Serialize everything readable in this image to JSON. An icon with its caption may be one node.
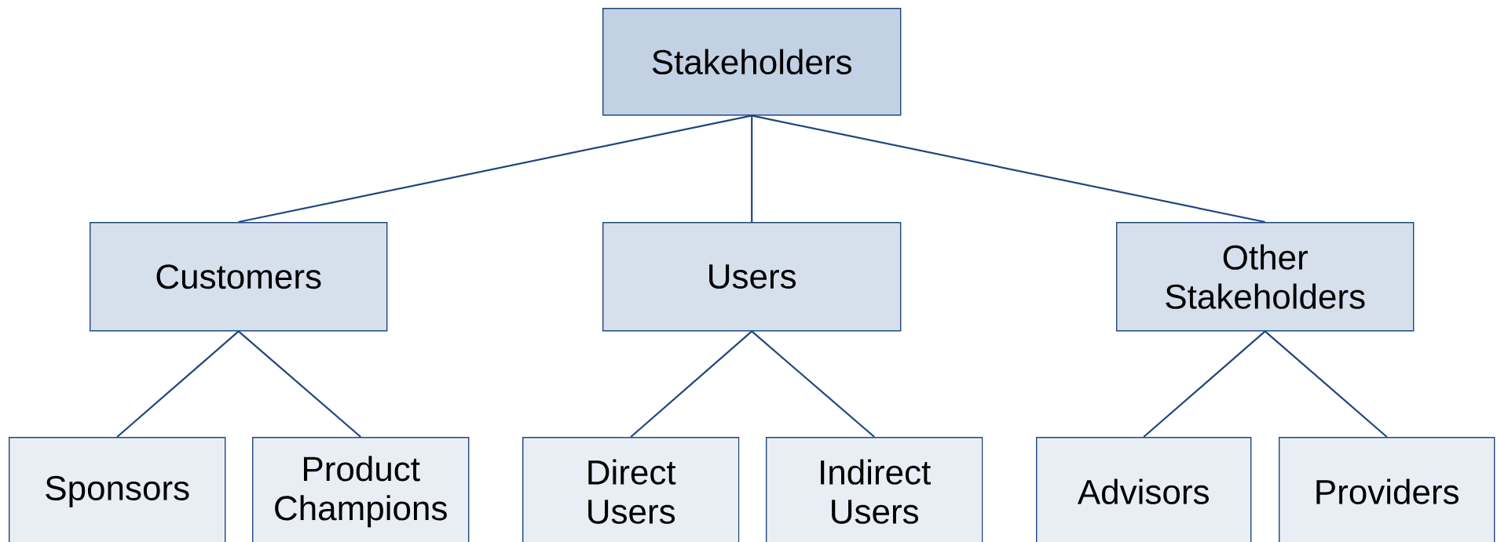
{
  "diagram": {
    "nodes": [
      {
        "text": [
          "Stakeholders"
        ]
      },
      {
        "text": [
          "Customers"
        ]
      },
      {
        "text": [
          "Users"
        ]
      },
      {
        "text": [
          "Other Stakeholders"
        ]
      },
      {
        "text": [
          "Sponsors"
        ]
      },
      {
        "text": [
          "Product Champions"
        ]
      },
      {
        "text": [
          "Direct Users"
        ]
      },
      {
        "text": [
          "Indirect Users"
        ]
      },
      {
        "text": [
          "Advisors"
        ]
      },
      {
        "text": [
          "Providers"
        ]
      }
    ],
    "edges": [
      {
        "from": 0,
        "to": 1,
        "arrow": "none"
      },
      {
        "from": 0,
        "to": 2,
        "arrow": "none"
      },
      {
        "from": 0,
        "to": 3,
        "arrow": "none"
      },
      {
        "from": 1,
        "to": 4,
        "arrow": "none"
      },
      {
        "from": 1,
        "to": 5,
        "arrow": "none"
      },
      {
        "from": 2,
        "to": 6,
        "arrow": "none"
      },
      {
        "from": 2,
        "to": 7,
        "arrow": "none"
      },
      {
        "from": 3,
        "to": 8,
        "arrow": "none"
      },
      {
        "from": 3,
        "to": 9,
        "arrow": "none"
      }
    ]
  }
}
